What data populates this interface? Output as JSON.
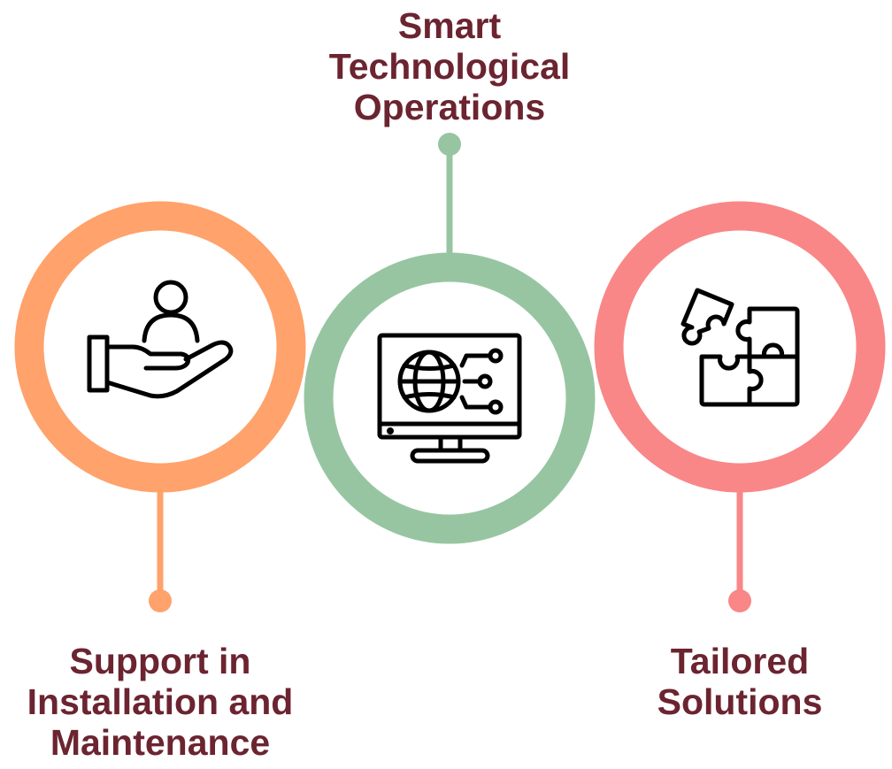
{
  "colors": {
    "orange": "#FFA26B",
    "green": "#97C5A2",
    "pink": "#F98787",
    "text": "#6B2430"
  },
  "items": [
    {
      "label_lines": [
        "Support in",
        "Installation and",
        "Maintenance"
      ],
      "icon": "hand-holding-person-icon"
    },
    {
      "label_lines": [
        "Smart",
        "Technological",
        "Operations"
      ],
      "icon": "monitor-globe-network-icon"
    },
    {
      "label_lines": [
        "Tailored",
        "Solutions"
      ],
      "icon": "puzzle-pieces-icon"
    }
  ]
}
